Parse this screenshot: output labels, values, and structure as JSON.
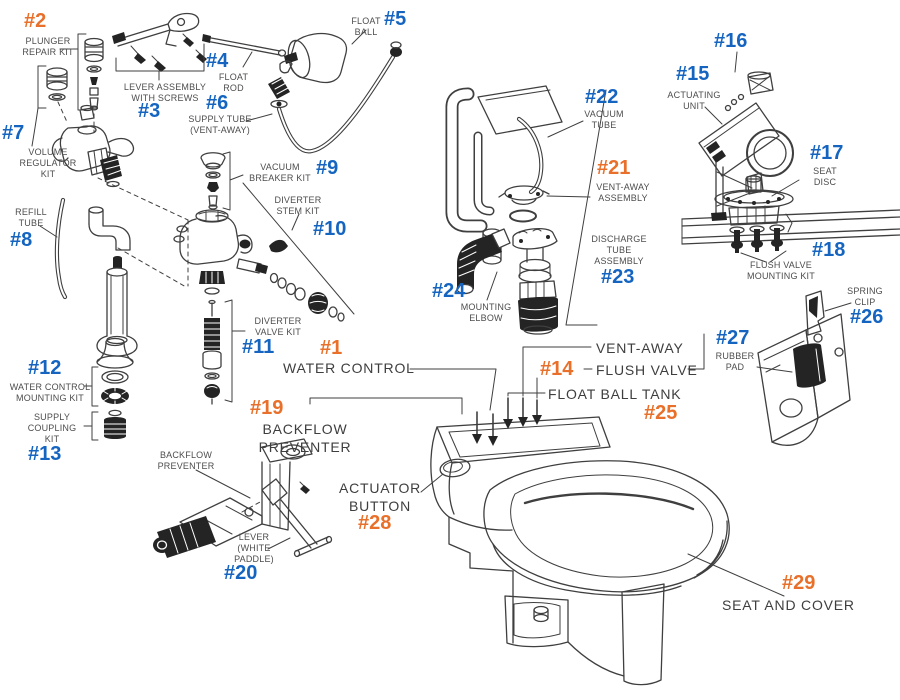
{
  "colors": {
    "number_blue": "#1565c0",
    "number_orange": "#e8702a",
    "label_text": "#4d4d4d",
    "line_art": "#3f3f3f"
  },
  "callouts": [
    {
      "number": "#2",
      "color": "orange",
      "label": "PLUNGER\nREPAIR KIT"
    },
    {
      "number": "#3",
      "color": "blue",
      "label": "LEVER ASSEMBLY\nWITH SCREWS"
    },
    {
      "number": "#4",
      "color": "blue",
      "label": "FLOAT\nROD"
    },
    {
      "number": "#5",
      "color": "blue",
      "label": "FLOAT\nBALL"
    },
    {
      "number": "#6",
      "color": "blue",
      "label": "SUPPLY TUBE\n(VENT-AWAY)"
    },
    {
      "number": "#7",
      "color": "blue",
      "label": "VOLUME\nREGULATOR\nKIT"
    },
    {
      "number": "#8",
      "color": "blue",
      "label": "REFILL\nTUBE"
    },
    {
      "number": "#9",
      "color": "blue",
      "label": "VACUUM\nBREAKER KIT"
    },
    {
      "number": "#10",
      "color": "blue",
      "label": "DIVERTER\nSTEM KIT"
    },
    {
      "number": "#11",
      "color": "blue",
      "label": "DIVERTER\nVALVE KIT"
    },
    {
      "number": "#12",
      "color": "blue",
      "label": "WATER CONTROL\nMOUNTING KIT"
    },
    {
      "number": "#13",
      "color": "blue",
      "label": "SUPPLY\nCOUPLING\nKIT"
    },
    {
      "number": "#1",
      "color": "orange",
      "label": "WATER CONTROL"
    },
    {
      "number": "#19",
      "color": "orange",
      "label": "BACKFLOW\nPREVENTER"
    },
    {
      "number": "",
      "color": "gray",
      "label": "BACKFLOW\nPREVENTER"
    },
    {
      "number": "#20",
      "color": "blue",
      "label": "LEVER\n(WHITE\nPADDLE)"
    },
    {
      "number": "#22",
      "color": "blue",
      "label": "VACUUM\nTUBE"
    },
    {
      "number": "#21",
      "color": "orange",
      "label": "VENT-AWAY\nASSEMBLY"
    },
    {
      "number": "#23",
      "color": "blue",
      "label": "DISCHARGE\nTUBE\nASSEMBLY"
    },
    {
      "number": "#24",
      "color": "blue",
      "label": "MOUNTING\nELBOW"
    },
    {
      "number": "#16",
      "color": "blue",
      "label": ""
    },
    {
      "number": "#15",
      "color": "blue",
      "label": "ACTUATING\nUNIT"
    },
    {
      "number": "#17",
      "color": "blue",
      "label": "SEAT\nDISC"
    },
    {
      "number": "#18",
      "color": "blue",
      "label": "FLUSH VALVE\nMOUNTING KIT"
    },
    {
      "number": "#26",
      "color": "blue",
      "label": "SPRING\nCLIP"
    },
    {
      "number": "#27",
      "color": "blue",
      "label": "RUBBER\nPAD"
    },
    {
      "number": "",
      "color": "gray",
      "label": "VENT-AWAY"
    },
    {
      "number": "#14",
      "color": "orange",
      "label": "FLUSH VALVE"
    },
    {
      "number": "#25",
      "color": "orange",
      "label": "FLOAT BALL TANK"
    },
    {
      "number": "#28",
      "color": "orange",
      "label": "ACTUATOR\nBUTTON"
    },
    {
      "number": "#29",
      "color": "orange",
      "label": "SEAT AND COVER"
    }
  ]
}
